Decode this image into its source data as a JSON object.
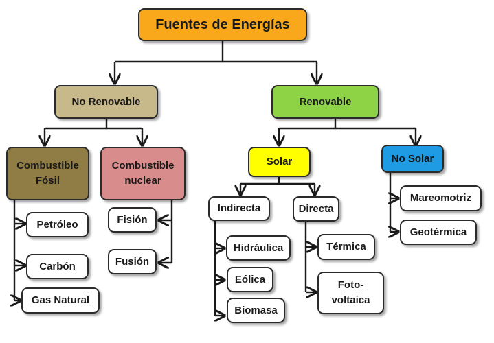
{
  "title": "Fuentes de Energías",
  "no_renovable": {
    "label": "No Renovable",
    "fosil": {
      "label_line1": "Combustible",
      "label_line2": "Fósil",
      "items": [
        "Petróleo",
        "Carbón",
        "Gas Natural"
      ]
    },
    "nuclear": {
      "label_line1": "Combustible",
      "label_line2": "nuclear",
      "items": [
        "Fisión",
        "Fusión"
      ]
    }
  },
  "renovable": {
    "label": "Renovable",
    "solar": {
      "label": "Solar",
      "indirecta": {
        "label": "Indirecta",
        "items": [
          "Hidráulica",
          "Eólica",
          "Biomasa"
        ]
      },
      "directa": {
        "label": "Directa",
        "items": [
          "Térmica"
        ],
        "fotovoltaica_line1": "Foto-",
        "fotovoltaica_line2": "voltaica"
      }
    },
    "no_solar": {
      "label": "No Solar",
      "items": [
        "Mareomotriz",
        "Geotérmica"
      ]
    }
  },
  "colors": {
    "root": "#f9a81b",
    "no_renovable": "#c7b98a",
    "renovable": "#8ed346",
    "fosil": "#8f7d45",
    "nuclear": "#d98c8c",
    "solar": "#ffff00",
    "no_solar": "#1f9be3",
    "leaf": "#ffffff",
    "line": "#1a1a1a"
  }
}
